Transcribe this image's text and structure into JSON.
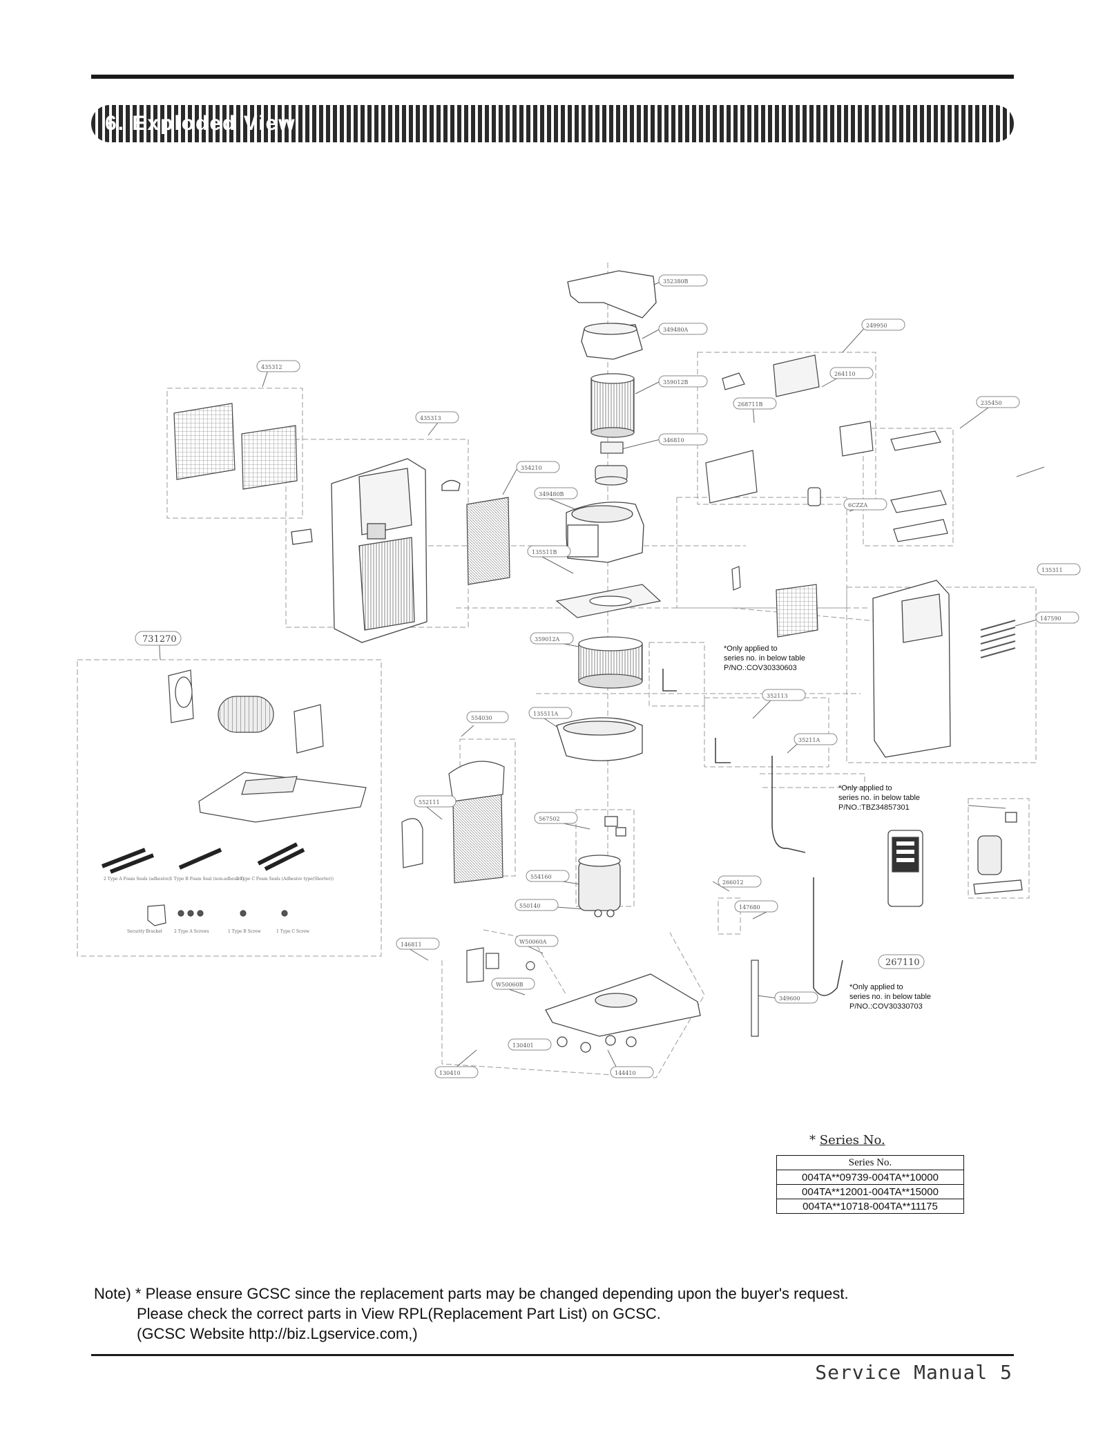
{
  "header": {
    "title": "6. Exploded View"
  },
  "diagram": {
    "part_labels": [
      "352380B",
      "349480A",
      "359012B",
      "346810",
      "354210",
      "349480B",
      "135511B",
      "359012A",
      "135511A",
      "554030",
      "552111",
      "567502",
      "554160",
      "550140",
      "146811",
      "W50060A",
      "W50060B",
      "130401",
      "130410",
      "144410",
      "349600",
      "266012",
      "147680",
      "352113",
      "35211A",
      "249950",
      "264110",
      "268711B",
      "235450",
      "6CZZA",
      "135311",
      "147590",
      "435312",
      "435313"
    ],
    "kit_label": "731270",
    "remote_label": "267110",
    "kit_items": [
      "2 Type A Foam Seals (adhesive)",
      "1 Type B Foam Seal (non-adhesive)",
      "2 Type C Foam Seals (Adhesive type(Shorter))",
      "Security Bracket",
      "2 Type A Screws",
      "1 Type B Screw",
      "1 Type C Screw"
    ],
    "notes": {
      "n1": [
        "*Only applied to",
        "series no. in below table",
        "P/NO.:COV30330603"
      ],
      "n2": [
        "*Only applied to",
        "series no. in below table",
        "P/NO.:TBZ34857301"
      ],
      "n3": [
        "*Only applied to",
        "series no. in below table",
        "P/NO.:COV30330703"
      ]
    }
  },
  "series": {
    "caption_star": "*",
    "caption": "Series No.",
    "table_header": "Series No.",
    "rows": [
      "004TA**09739-004TA**10000",
      "004TA**12001-004TA**15000",
      "004TA**10718-004TA**11175"
    ]
  },
  "note": {
    "line1": "Note) * Please ensure GCSC since the replacement parts may be changed depending upon the buyer's request.",
    "line2": "Please check  the correct parts in View RPL(Replacement Part List) on GCSC.",
    "line3": "(GCSC Website  http://biz.Lgservice.com,)"
  },
  "footer": {
    "text": "Service Manual 5"
  }
}
